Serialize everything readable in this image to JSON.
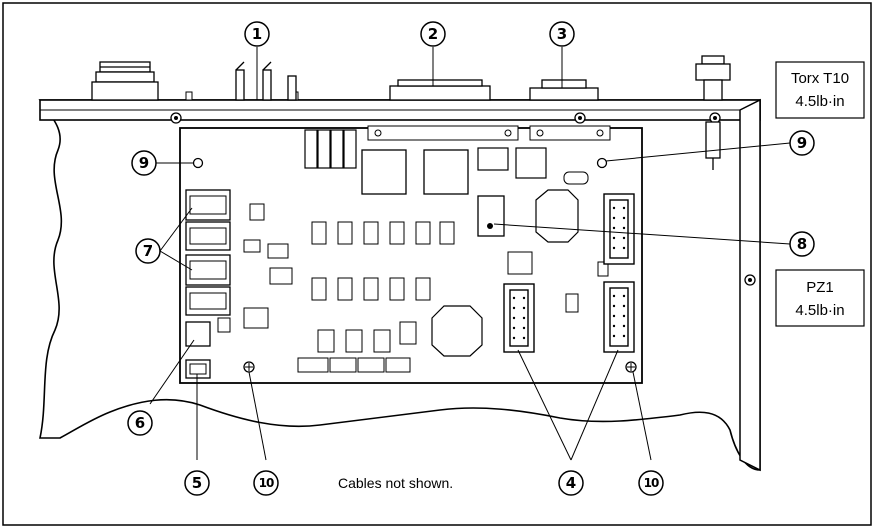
{
  "callouts": {
    "c1": "1",
    "c2": "2",
    "c3": "3",
    "c4": "4",
    "c5": "5",
    "c6": "6",
    "c7": "7",
    "c8": "8",
    "c9": "9",
    "c10": "10"
  },
  "torque_boxes": {
    "torx": {
      "line1": "Torx T10",
      "line2": "4.5lb·in"
    },
    "pz1": {
      "line1": "PZ1",
      "line2": "4.5lb·in"
    }
  },
  "note": "Cables not shown."
}
